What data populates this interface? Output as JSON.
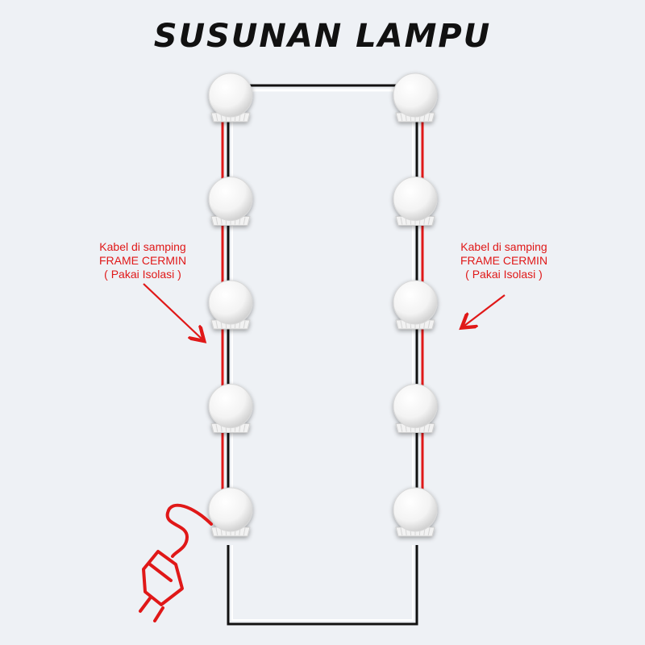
{
  "title": "SUSUNAN LAMPU",
  "notes": {
    "left": [
      "Kabel di samping",
      "FRAME CERMIN",
      "( Pakai Isolasi )"
    ],
    "right": [
      "Kabel di samping",
      "FRAME CERMIN",
      "( Pakai Isolasi )"
    ]
  },
  "colors": {
    "background": "#eef1f5",
    "wire_red": "#e01818",
    "wire_black": "#111111",
    "annotation": "#e01818",
    "bulb": "#ffffff"
  },
  "icons": {
    "bulb": "globe-bulb-icon",
    "plug": "power-plug-icon",
    "arrow": "arrow-icon"
  },
  "bulbs_per_side": 5
}
